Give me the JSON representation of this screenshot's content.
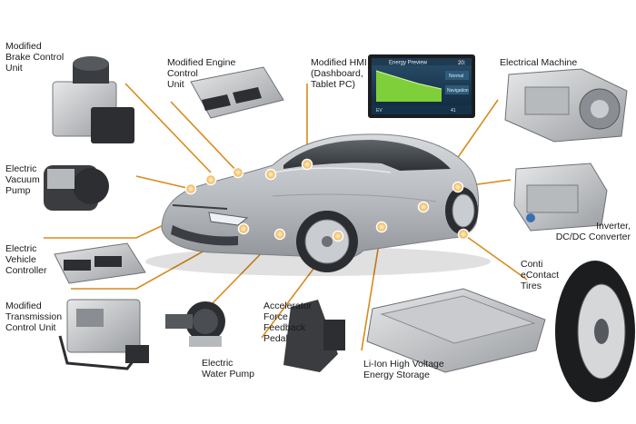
{
  "colors": {
    "callout": "#d98a1c",
    "car_body": "#b9bcc0",
    "dot": "#f7c97b"
  },
  "labels": {
    "brake": [
      "Modified",
      "Brake Control",
      "Unit"
    ],
    "engine": [
      "Modified Engine",
      "Control",
      "Unit"
    ],
    "hmi": [
      "Modified HMI",
      "(Dashboard,",
      "Tablet PC)"
    ],
    "emachine": [
      "Electrical Machine"
    ],
    "vacuum": [
      "Electric",
      "Vacuum",
      "Pump"
    ],
    "vehicle": [
      "Electric",
      "Vehicle",
      "Controller"
    ],
    "transmission": [
      "Modified",
      "Transmission",
      "Control Unit"
    ],
    "waterpump": [
      "Electric",
      "Water Pump"
    ],
    "accel": [
      "Accelerator",
      "Force",
      "Feedback",
      "Pedal"
    ],
    "battery": [
      "Li-Ion High Voltage",
      "Energy Storage"
    ],
    "inverter": [
      "Inverter,",
      "DC/DC Converter"
    ],
    "tires": [
      "Conti",
      "eContact",
      "Tires"
    ]
  },
  "hmi_screen": {
    "title": "Energy Preview",
    "clock": "20:",
    "side_items": [
      "Normal",
      "Navigation"
    ],
    "bottom_left": "EV",
    "bottom_right": "41"
  }
}
